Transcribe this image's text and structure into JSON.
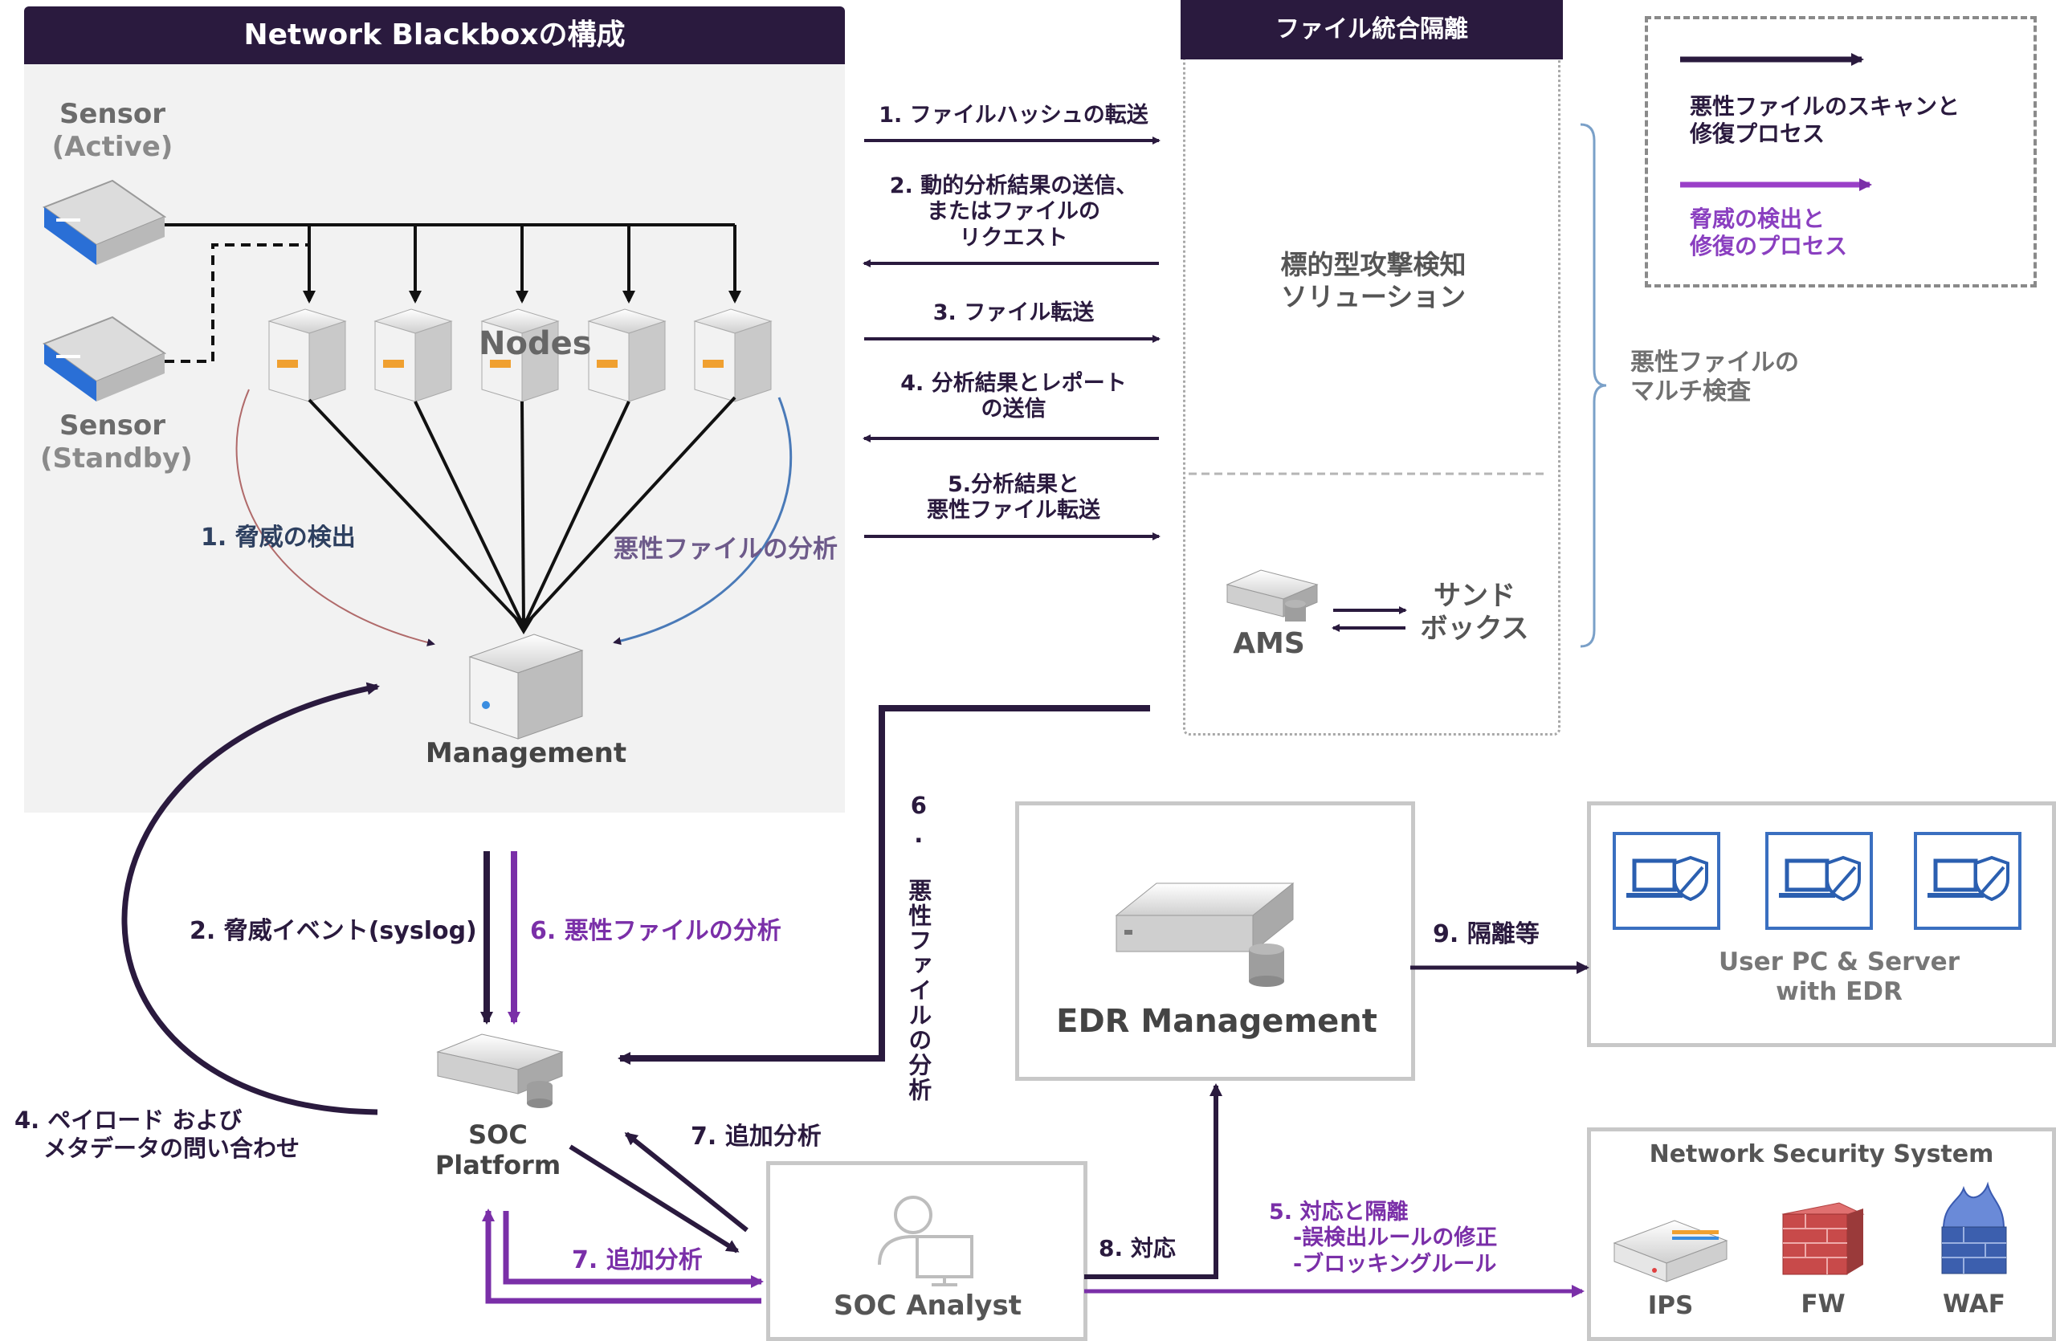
{
  "blackbox": {
    "title": "Network Blackboxの構成",
    "sensor_active": [
      "Sensor",
      "(Active)"
    ],
    "sensor_standby": [
      "Sensor",
      "(Standby)"
    ],
    "nodes_label": "Nodes",
    "management_label": "Management",
    "threat_detect": "1. 脅威の検出",
    "malware_analysis": "悪性ファイルの分析"
  },
  "file_isolation": {
    "title": "ファイル統合隔離",
    "solution": [
      "標的型攻撃検知",
      "ソリューション"
    ],
    "ams": "AMS",
    "sandbox": [
      "サンド",
      "ボックス"
    ]
  },
  "legend": {
    "dark_label": [
      "悪性ファイルのスキャンと",
      "修復プロセス"
    ],
    "purple_label": [
      "脅威の検出と",
      "修復のプロセス"
    ],
    "dark_color": "#2a1a3e",
    "purple_color": "#7a2fa8"
  },
  "multi_inspection": [
    "悪性ファイルの",
    "マルチ検査"
  ],
  "steps": {
    "s1": "1. ファイルハッシュの転送",
    "s2": [
      "2. 動的分析結果の送信、",
      "またはファイルの",
      "リクエスト"
    ],
    "s3": "3. ファイル転送",
    "s4": [
      "4. 分析結果とレポート",
      "の送信"
    ],
    "s5": [
      "5.分析結果と",
      "悪性ファイル転送"
    ],
    "s6_vertical": "6. 悪性ファイルの分析"
  },
  "soc": {
    "platform": [
      "SOC",
      "Platform"
    ],
    "analyst": "SOC Analyst",
    "threat_event": "2. 脅威イベント(syslog)",
    "malware_analysis": "6. 悪性ファイルの分析",
    "payload_query": [
      "4. ペイロード および",
      "メタデータの問い合わせ"
    ],
    "extra_analysis_dark": "7. 追加分析",
    "extra_analysis_purple": "7. 追加分析",
    "response": "8. 対応"
  },
  "edr": {
    "management": "EDR Management",
    "isolate": "9. 隔離等",
    "user_pc": [
      "User PC & Server",
      "with EDR"
    ],
    "response_isolation": [
      "5. 対応と隔離",
      "-誤検出ルールの修正",
      "-ブロッキングルール"
    ]
  },
  "nss": {
    "title": "Network Security System",
    "ips": "IPS",
    "fw": "FW",
    "waf": "WAF"
  }
}
